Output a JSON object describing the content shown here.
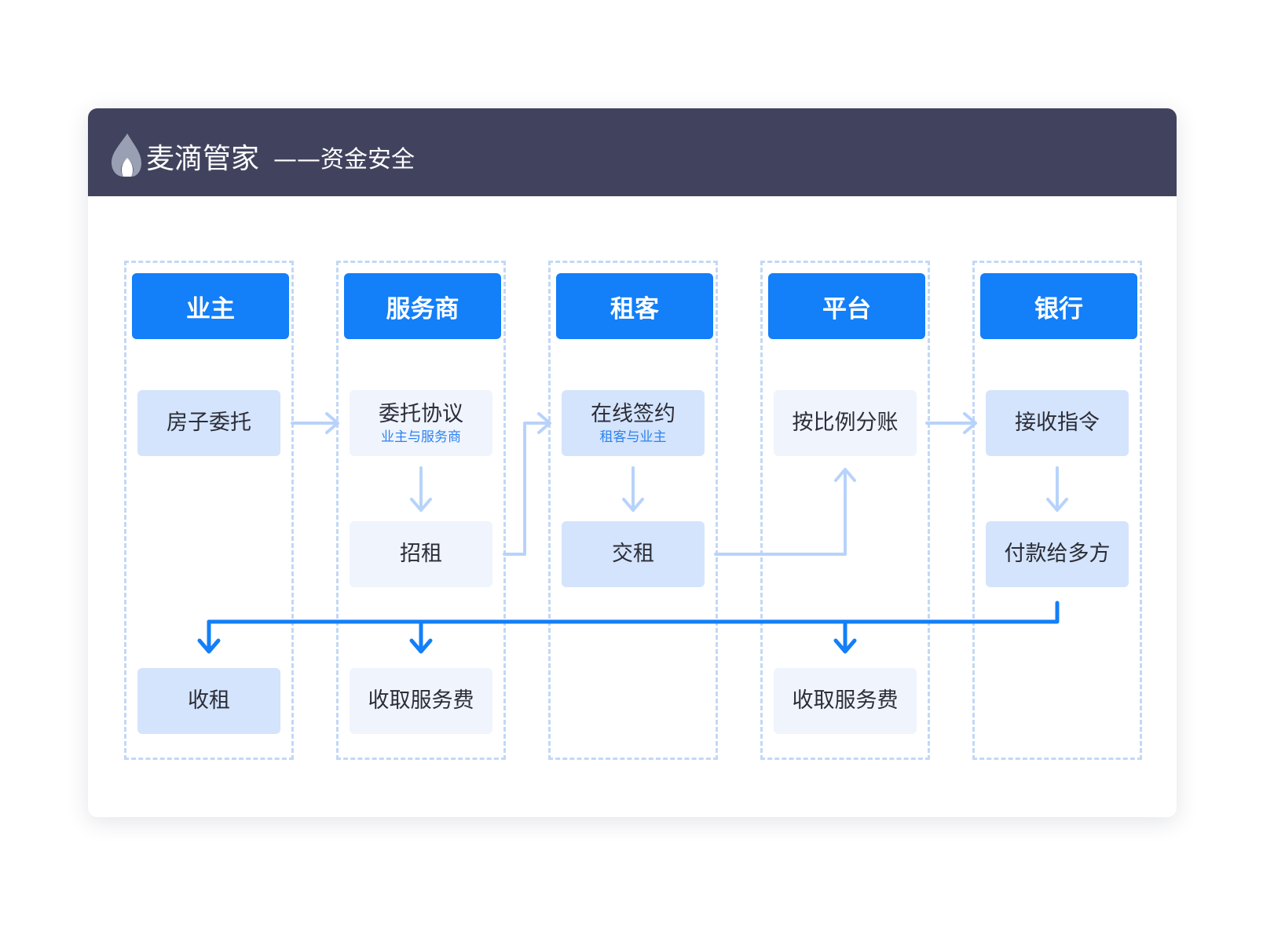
{
  "header": {
    "brand": "麦滴管家",
    "subtitle": "——资金安全",
    "logo_icon": "flame-logo-icon",
    "background_color": "#41435e"
  },
  "colors": {
    "lane_header": "#137ff8",
    "node_strong": "#d4e4fc",
    "node_light": "#eff4fd",
    "flow_arrow_light": "#b8d3fa",
    "flow_arrow_dark": "#137ff8",
    "lane_border": "#c2d8f6"
  },
  "lanes": [
    {
      "label": "业主"
    },
    {
      "label": "服务商"
    },
    {
      "label": "租客"
    },
    {
      "label": "平台"
    },
    {
      "label": "银行"
    }
  ],
  "nodes": {
    "owner_entrust": {
      "label": "房子委托"
    },
    "owner_collect": {
      "label": "收租"
    },
    "agent_agreement": {
      "label": "委托协议",
      "sub": "业主与服务商"
    },
    "agent_recruit": {
      "label": "招租"
    },
    "agent_fee": {
      "label": "收取服务费"
    },
    "tenant_sign": {
      "label": "在线签约",
      "sub": "租客与业主"
    },
    "tenant_pay": {
      "label": "交租"
    },
    "platform_split": {
      "label": "按比例分账"
    },
    "platform_fee": {
      "label": "收取服务费"
    },
    "bank_receive": {
      "label": "接收指令"
    },
    "bank_pay": {
      "label": "付款给多方"
    }
  }
}
